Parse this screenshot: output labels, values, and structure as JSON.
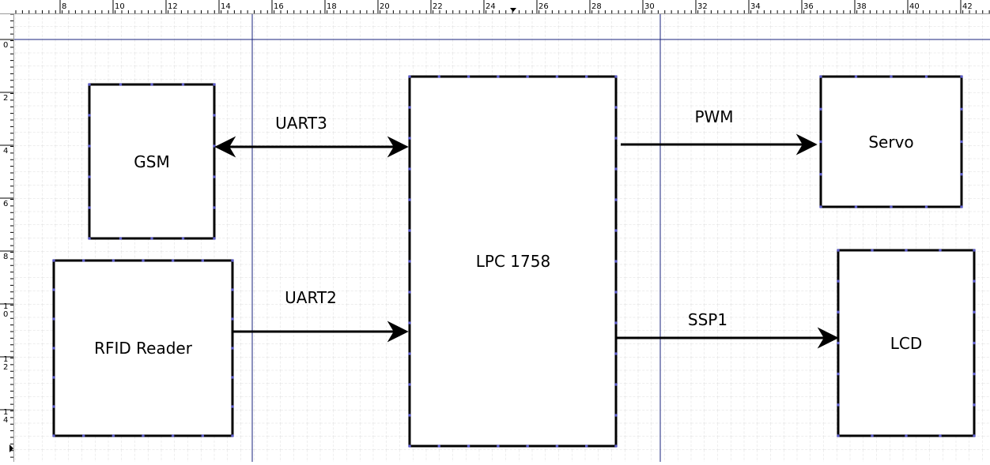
{
  "rulers": {
    "top_ticks": [
      "8",
      "10",
      "12",
      "14",
      "16",
      "18",
      "20",
      "22",
      "24",
      "26",
      "28",
      "30",
      "32",
      "34",
      "36",
      "38",
      "40",
      "42"
    ],
    "left_ticks": [
      {
        "lines": [
          "0"
        ]
      },
      {
        "lines": [
          "2"
        ]
      },
      {
        "lines": [
          "4"
        ]
      },
      {
        "lines": [
          "6"
        ]
      },
      {
        "lines": [
          "8"
        ]
      },
      {
        "lines": [
          "1",
          "0"
        ]
      },
      {
        "lines": [
          "1",
          "2"
        ]
      },
      {
        "lines": [
          "1",
          "4"
        ]
      }
    ]
  },
  "diagram": {
    "blocks": {
      "gsm": "GSM",
      "rfid": "RFID Reader",
      "lpc": "LPC 1758",
      "servo": "Servo",
      "lcd": "LCD"
    },
    "connections": {
      "uart3": "UART3",
      "uart2": "UART2",
      "pwm": "PWM",
      "ssp1": "SSP1"
    }
  },
  "colors": {
    "grid": "#d4d4d4",
    "guide": "#1a237e",
    "block_border": "#000000",
    "connection_point": "#5c5cc8"
  }
}
